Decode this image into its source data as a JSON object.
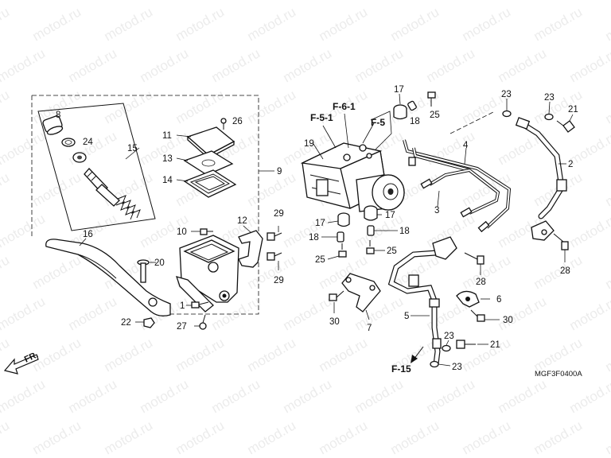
{
  "watermark": "motod.ru",
  "diagram_code": "MGF3F0400A",
  "direction_label": "FR.",
  "refs": {
    "f51": "F-5-1",
    "f61": "F-6-1",
    "f5": "F-5",
    "f15": "F-15"
  },
  "labels": {
    "p1": "1",
    "p2": "2",
    "p3": "3",
    "p4": "4",
    "p5": "5",
    "p6": "6",
    "p7": "7",
    "p8": "8",
    "p9": "9",
    "p10": "10",
    "p11": "11",
    "p12": "12",
    "p13": "13",
    "p14": "14",
    "p15": "15",
    "p16": "16",
    "p17a": "17",
    "p17b": "17",
    "p17c": "17",
    "p18a": "18",
    "p18b": "18",
    "p18c": "18",
    "p19": "19",
    "p20": "20",
    "p21a": "21",
    "p21b": "21",
    "p22": "22",
    "p23a": "23",
    "p23b": "23",
    "p23c": "23",
    "p23d": "23",
    "p24": "24",
    "p25a": "25",
    "p25b": "25",
    "p25c": "25",
    "p26": "26",
    "p27": "27",
    "p28a": "28",
    "p28b": "28",
    "p29a": "29",
    "p29b": "29",
    "p30a": "30",
    "p30b": "30"
  }
}
